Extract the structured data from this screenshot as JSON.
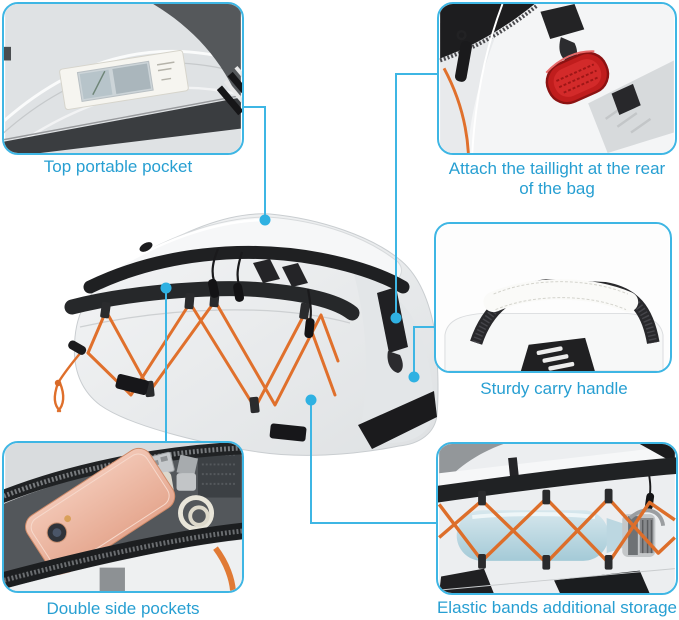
{
  "page": {
    "title": "Bike rack bag feature callouts"
  },
  "colors": {
    "accent_text": "#279fd2",
    "accent_line": "#3eb6e4",
    "callout_dot": "#2fb1e2",
    "bungee_orange": "#e0702c",
    "taillight_red": "#c81f1f",
    "bag_gray": "#e9ebed",
    "trim_black": "#1f2022",
    "phone_rose_gold": "#eebaa6",
    "bottle_blue": "#b9d8e3"
  },
  "callouts": [
    {
      "id": "top-pocket",
      "label": "Top portable pocket"
    },
    {
      "id": "taillight",
      "line1": "Attach the taillight at the rear",
      "line2": "of the bag"
    },
    {
      "id": "carry-handle",
      "label": "Sturdy carry handle"
    },
    {
      "id": "side-pockets",
      "label": "Double side pockets"
    },
    {
      "id": "elastic-bands",
      "label": "Elastic bands additional storage"
    }
  ]
}
